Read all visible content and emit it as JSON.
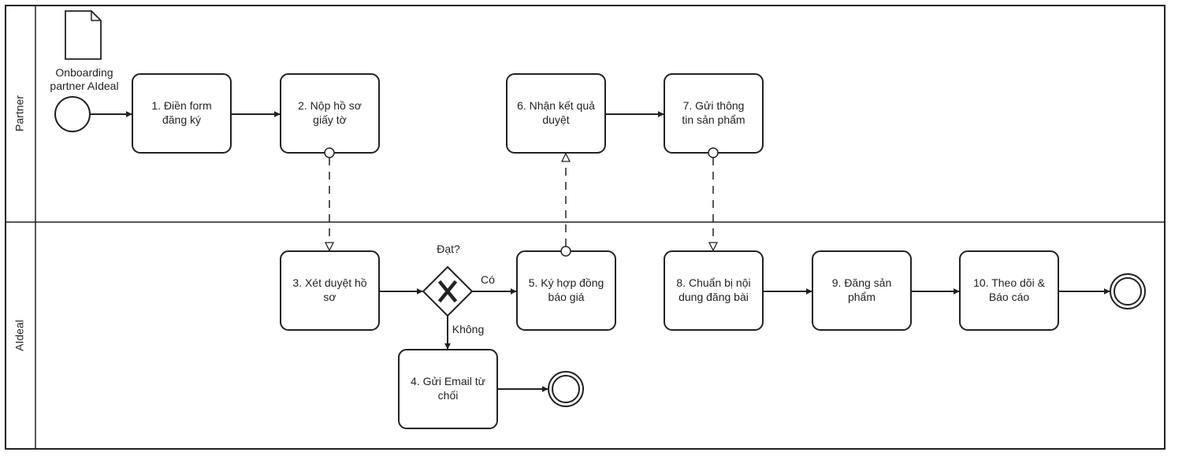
{
  "pool": {
    "lanes": [
      {
        "id": "partner",
        "label": "Partner"
      },
      {
        "id": "aideal",
        "label": "AIdeal"
      }
    ]
  },
  "data_object": {
    "label_lines": [
      "Onboarding",
      "partner AIdeal"
    ]
  },
  "tasks": {
    "t1": {
      "lines": [
        "1. Điền form",
        "đăng ký"
      ]
    },
    "t2": {
      "lines": [
        "2. Nộp hồ sơ",
        "giấy tờ"
      ]
    },
    "t3": {
      "lines": [
        "3. Xét duyệt hồ",
        "sơ"
      ]
    },
    "t4": {
      "lines": [
        "4. Gửi Email từ",
        "chối"
      ]
    },
    "t5": {
      "lines": [
        "5. Ký hợp đồng",
        "báo giá"
      ]
    },
    "t6": {
      "lines": [
        "6. Nhận kết quả",
        "duyệt"
      ]
    },
    "t7": {
      "lines": [
        "7. Gửi thông",
        "tin sản phẩm"
      ]
    },
    "t8": {
      "lines": [
        "8. Chuẩn bị nội",
        "dung đăng bài"
      ]
    },
    "t9": {
      "lines": [
        "9. Đăng sản",
        "phẩm"
      ]
    },
    "t10": {
      "lines": [
        "10. Theo dõi &",
        "Báo cáo"
      ]
    }
  },
  "gateway": {
    "question": "Đạt?",
    "yes_label": "Có",
    "no_label": "Không"
  }
}
